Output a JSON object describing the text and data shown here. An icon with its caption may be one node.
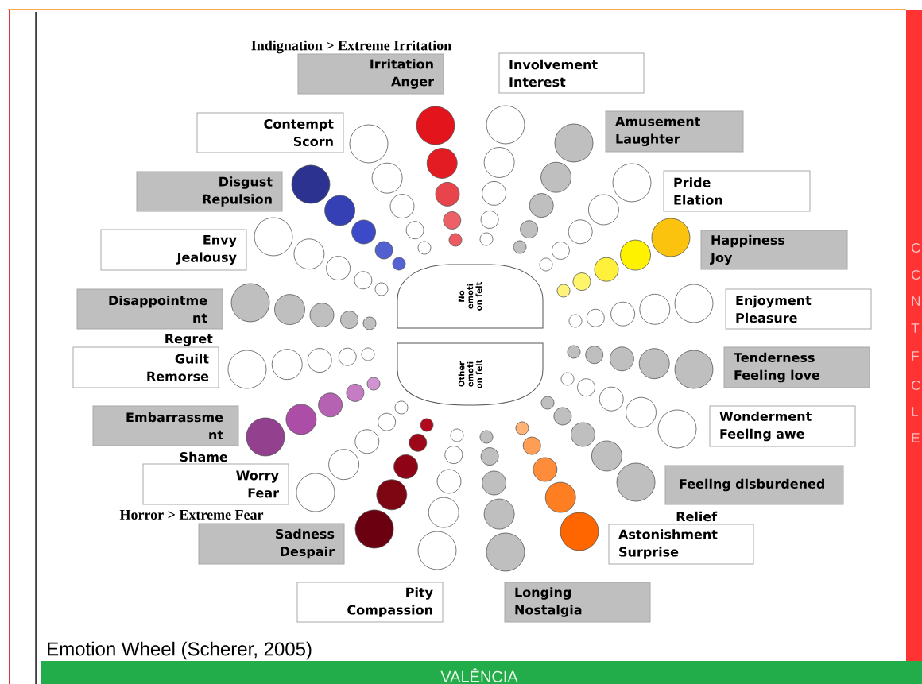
{
  "diagram": {
    "caption": "Emotion Wheel  (Scherer, 2005)",
    "nodes": [
      {
        "text": [
          "Irritation",
          "Anger"
        ],
        "beside": [
          "Indignation > Extreme Irritation"
        ]
      },
      {
        "text": [
          "Involvement",
          "Interest"
        ]
      },
      {
        "text": [
          "Contempt",
          "Scorn"
        ]
      },
      {
        "text": [
          "Amusement",
          "Laughter"
        ]
      },
      {
        "text": [
          "Disgust",
          "Repulsion"
        ]
      },
      {
        "text": [
          "Pride",
          "Elation"
        ]
      },
      {
        "text": [
          "Envy",
          "Jealousy"
        ]
      },
      {
        "text": [
          "Happiness",
          "Joy"
        ]
      },
      {
        "text": [
          "Disappointme nt"
        ],
        "beside": [
          "Regret"
        ]
      },
      {
        "text": [
          "Enjoyment",
          "Pleasure"
        ]
      },
      {
        "text": [
          "Guilt",
          "Remorse"
        ]
      },
      {
        "text": [
          "Tenderness",
          "Feeling  love"
        ]
      },
      {
        "text": [
          "Embarrassme nt"
        ],
        "beside": [
          "Shame"
        ]
      },
      {
        "text": [
          "Wonderment",
          "Feeling  awe"
        ]
      },
      {
        "text": [
          "Worry",
          "Fear"
        ],
        "beside": [
          "Horror > Extreme Fear"
        ]
      },
      {
        "text": [
          "Feeling disburdened"
        ],
        "beside": [
          "Relief"
        ]
      },
      {
        "text": [
          "Sadness",
          "Despair"
        ]
      },
      {
        "text": [
          "Astonishment",
          "Surprise"
        ]
      },
      {
        "text": [
          "Pity",
          "Compassion"
        ]
      },
      {
        "text": [
          "Longing",
          "Nostalgia"
        ]
      },
      {
        "text": [
          "No emoti on felt"
        ]
      },
      {
        "text": [
          "Other emoti on felt"
        ]
      }
    ],
    "labels": [
      "C",
      "C",
      "N",
      "T",
      "F",
      "C",
      "L",
      "E",
      "VALÊNCIA"
    ]
  }
}
